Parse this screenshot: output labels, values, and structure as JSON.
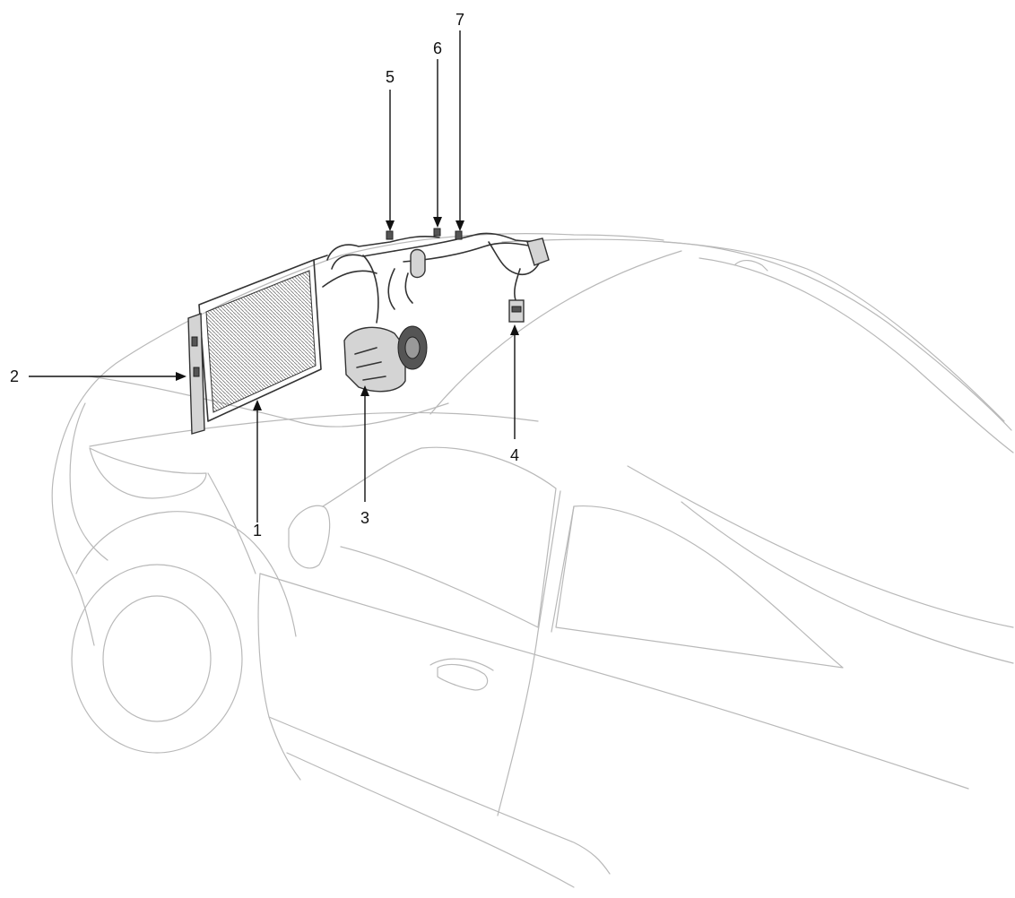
{
  "callouts": [
    {
      "id": "1",
      "label": "1"
    },
    {
      "id": "2",
      "label": "2"
    },
    {
      "id": "3",
      "label": "3"
    },
    {
      "id": "4",
      "label": "4"
    },
    {
      "id": "5",
      "label": "5"
    },
    {
      "id": "6",
      "label": "6"
    },
    {
      "id": "7",
      "label": "7"
    }
  ],
  "colors": {
    "vehicle_outline": "#b9b9b9",
    "component_outline": "#333333",
    "callout": "#111111"
  }
}
